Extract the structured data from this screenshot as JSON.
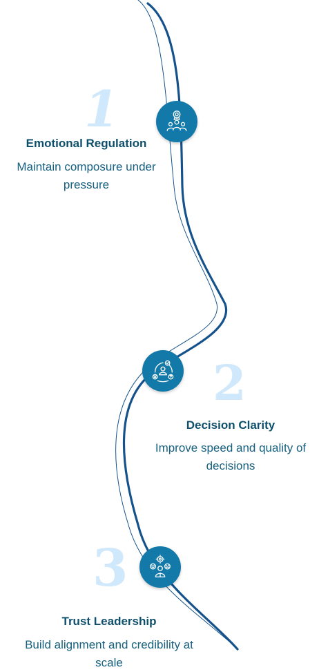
{
  "colors": {
    "path": "#15528b",
    "node": "#1379a8",
    "numeral": "#cfe8fb",
    "title": "#0e4f6b",
    "description": "#17607f"
  },
  "steps": [
    {
      "number": "1",
      "title": "Emotional Regulation",
      "description": "Maintain composure under pressure",
      "icon": "award-team-icon"
    },
    {
      "number": "2",
      "title": "Decision Clarity",
      "description": "Improve speed and quality of decisions",
      "icon": "decision-cycle-icon"
    },
    {
      "number": "3",
      "title": "Trust Leadership",
      "description": "Build alignment and credibility at scale",
      "icon": "leader-feedback-icon"
    }
  ]
}
